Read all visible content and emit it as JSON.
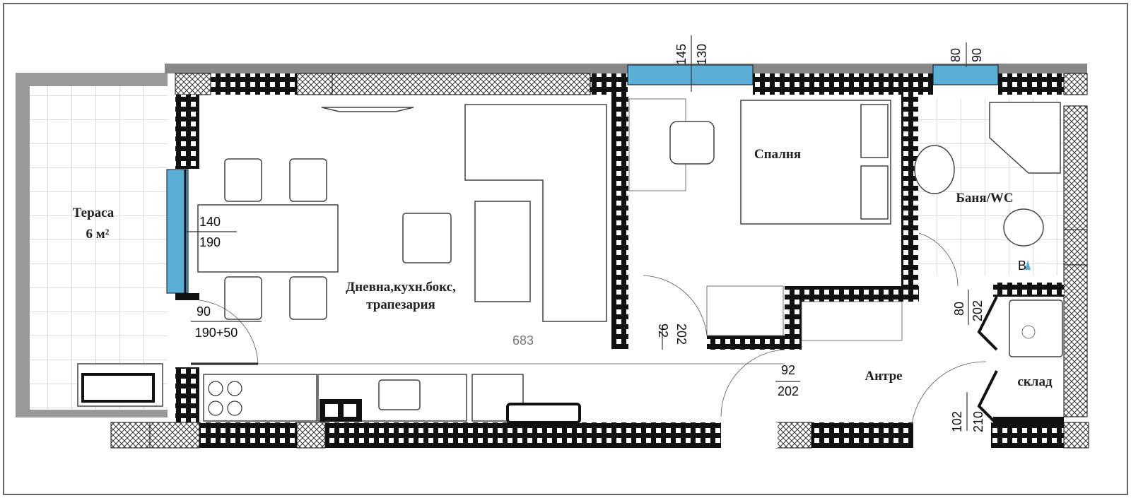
{
  "plan": {
    "rooms": {
      "terrace": "Тераса",
      "terrace_area": "6 м²",
      "living": "Дневна,кухн.бокс,",
      "living_line2": "трапезария",
      "bedroom": "Спалня",
      "bathroom": "Баня/WC",
      "hall": "Антре",
      "storage": "склад"
    },
    "dimensions": {
      "window_living_w": "140",
      "window_living_h": "190",
      "terrace_door_w": "90",
      "terrace_door_h": "190+50",
      "living_depth": "683",
      "bedroom_window_w": "145",
      "bedroom_window_h": "130",
      "bath_window_w": "80",
      "bath_window_h": "90",
      "bedroom_door_w": "92",
      "bedroom_door_h": "202",
      "bath_door_w": "80",
      "bath_door_h": "202",
      "living_door_w": "92",
      "living_door_h": "202",
      "entry_door_w": "102",
      "entry_door_h": "210",
      "ventilation_mark": "B"
    },
    "colors": {
      "window": "#5aaed6",
      "wall": "#111111",
      "terrace": "#999999"
    }
  }
}
